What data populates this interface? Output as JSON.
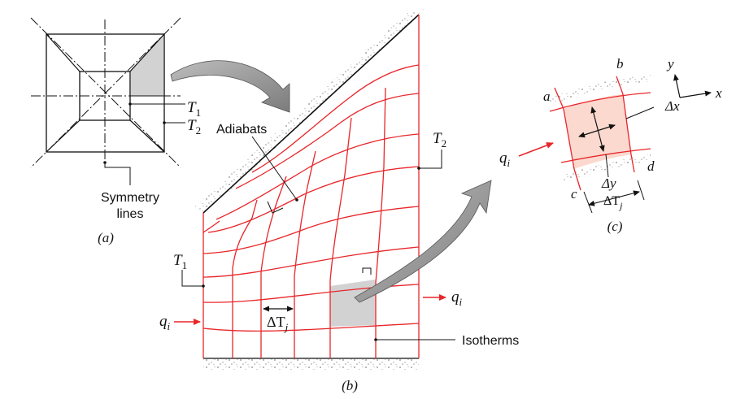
{
  "panel_a": {
    "caption": "(a)",
    "t1": "T",
    "t1_sub": "1",
    "t2": "T",
    "t2_sub": "2",
    "symmetry_line1": "Symmetry",
    "symmetry_line2": "lines"
  },
  "panel_b": {
    "caption": "(b)",
    "adiabats": "Adiabats",
    "isotherms": "Isotherms",
    "t1": "T",
    "t1_sub": "1",
    "t2": "T",
    "t2_sub": "2",
    "q_in": "q",
    "q_in_sub": "i",
    "q_out": "q",
    "q_out_sub": "i",
    "delta_t": "ΔT",
    "delta_t_sub": "j"
  },
  "panel_c": {
    "caption": "(c)",
    "a": "a",
    "b": "b",
    "c": "c",
    "d": "d",
    "x": "x",
    "y": "y",
    "delta_x": "Δx",
    "delta_y": "Δy",
    "delta_t": "ΔT",
    "delta_t_sub": "j",
    "q": "q",
    "q_sub": "i"
  },
  "colors": {
    "grid_red": "#e8262a",
    "shade_gray": "#d2d2d2",
    "element_fill": "#fbd9cf",
    "arrow_gray": "#8a8a8a"
  }
}
